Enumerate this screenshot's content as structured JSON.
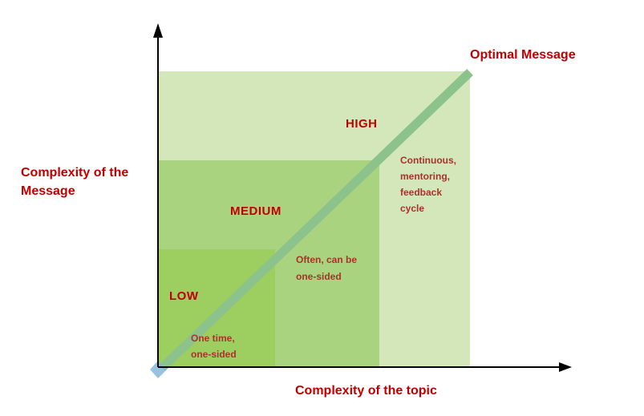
{
  "colors": {
    "zone-high": "#d3e7bb",
    "zone-medium": "#a9d37e",
    "zone-low": "#9cce60",
    "diagonal-line": "#8cc28b",
    "diamond": "#85b9da",
    "axis": "#000000",
    "heading-red": "#c00000",
    "note-red": "#a9322a"
  },
  "axes": {
    "y_label": "Complexity of the\nMessage",
    "x_label": "Complexity of the topic"
  },
  "line_label": "Optimal Message",
  "zones": {
    "high": {
      "label": "HIGH",
      "note": "Continuous,\nmentoring,\nfeedback\ncycle"
    },
    "medium": {
      "label": "MEDIUM",
      "note": "Often, can be\none-sided"
    },
    "low": {
      "label": "LOW",
      "note": "One time,\none-sided"
    }
  }
}
